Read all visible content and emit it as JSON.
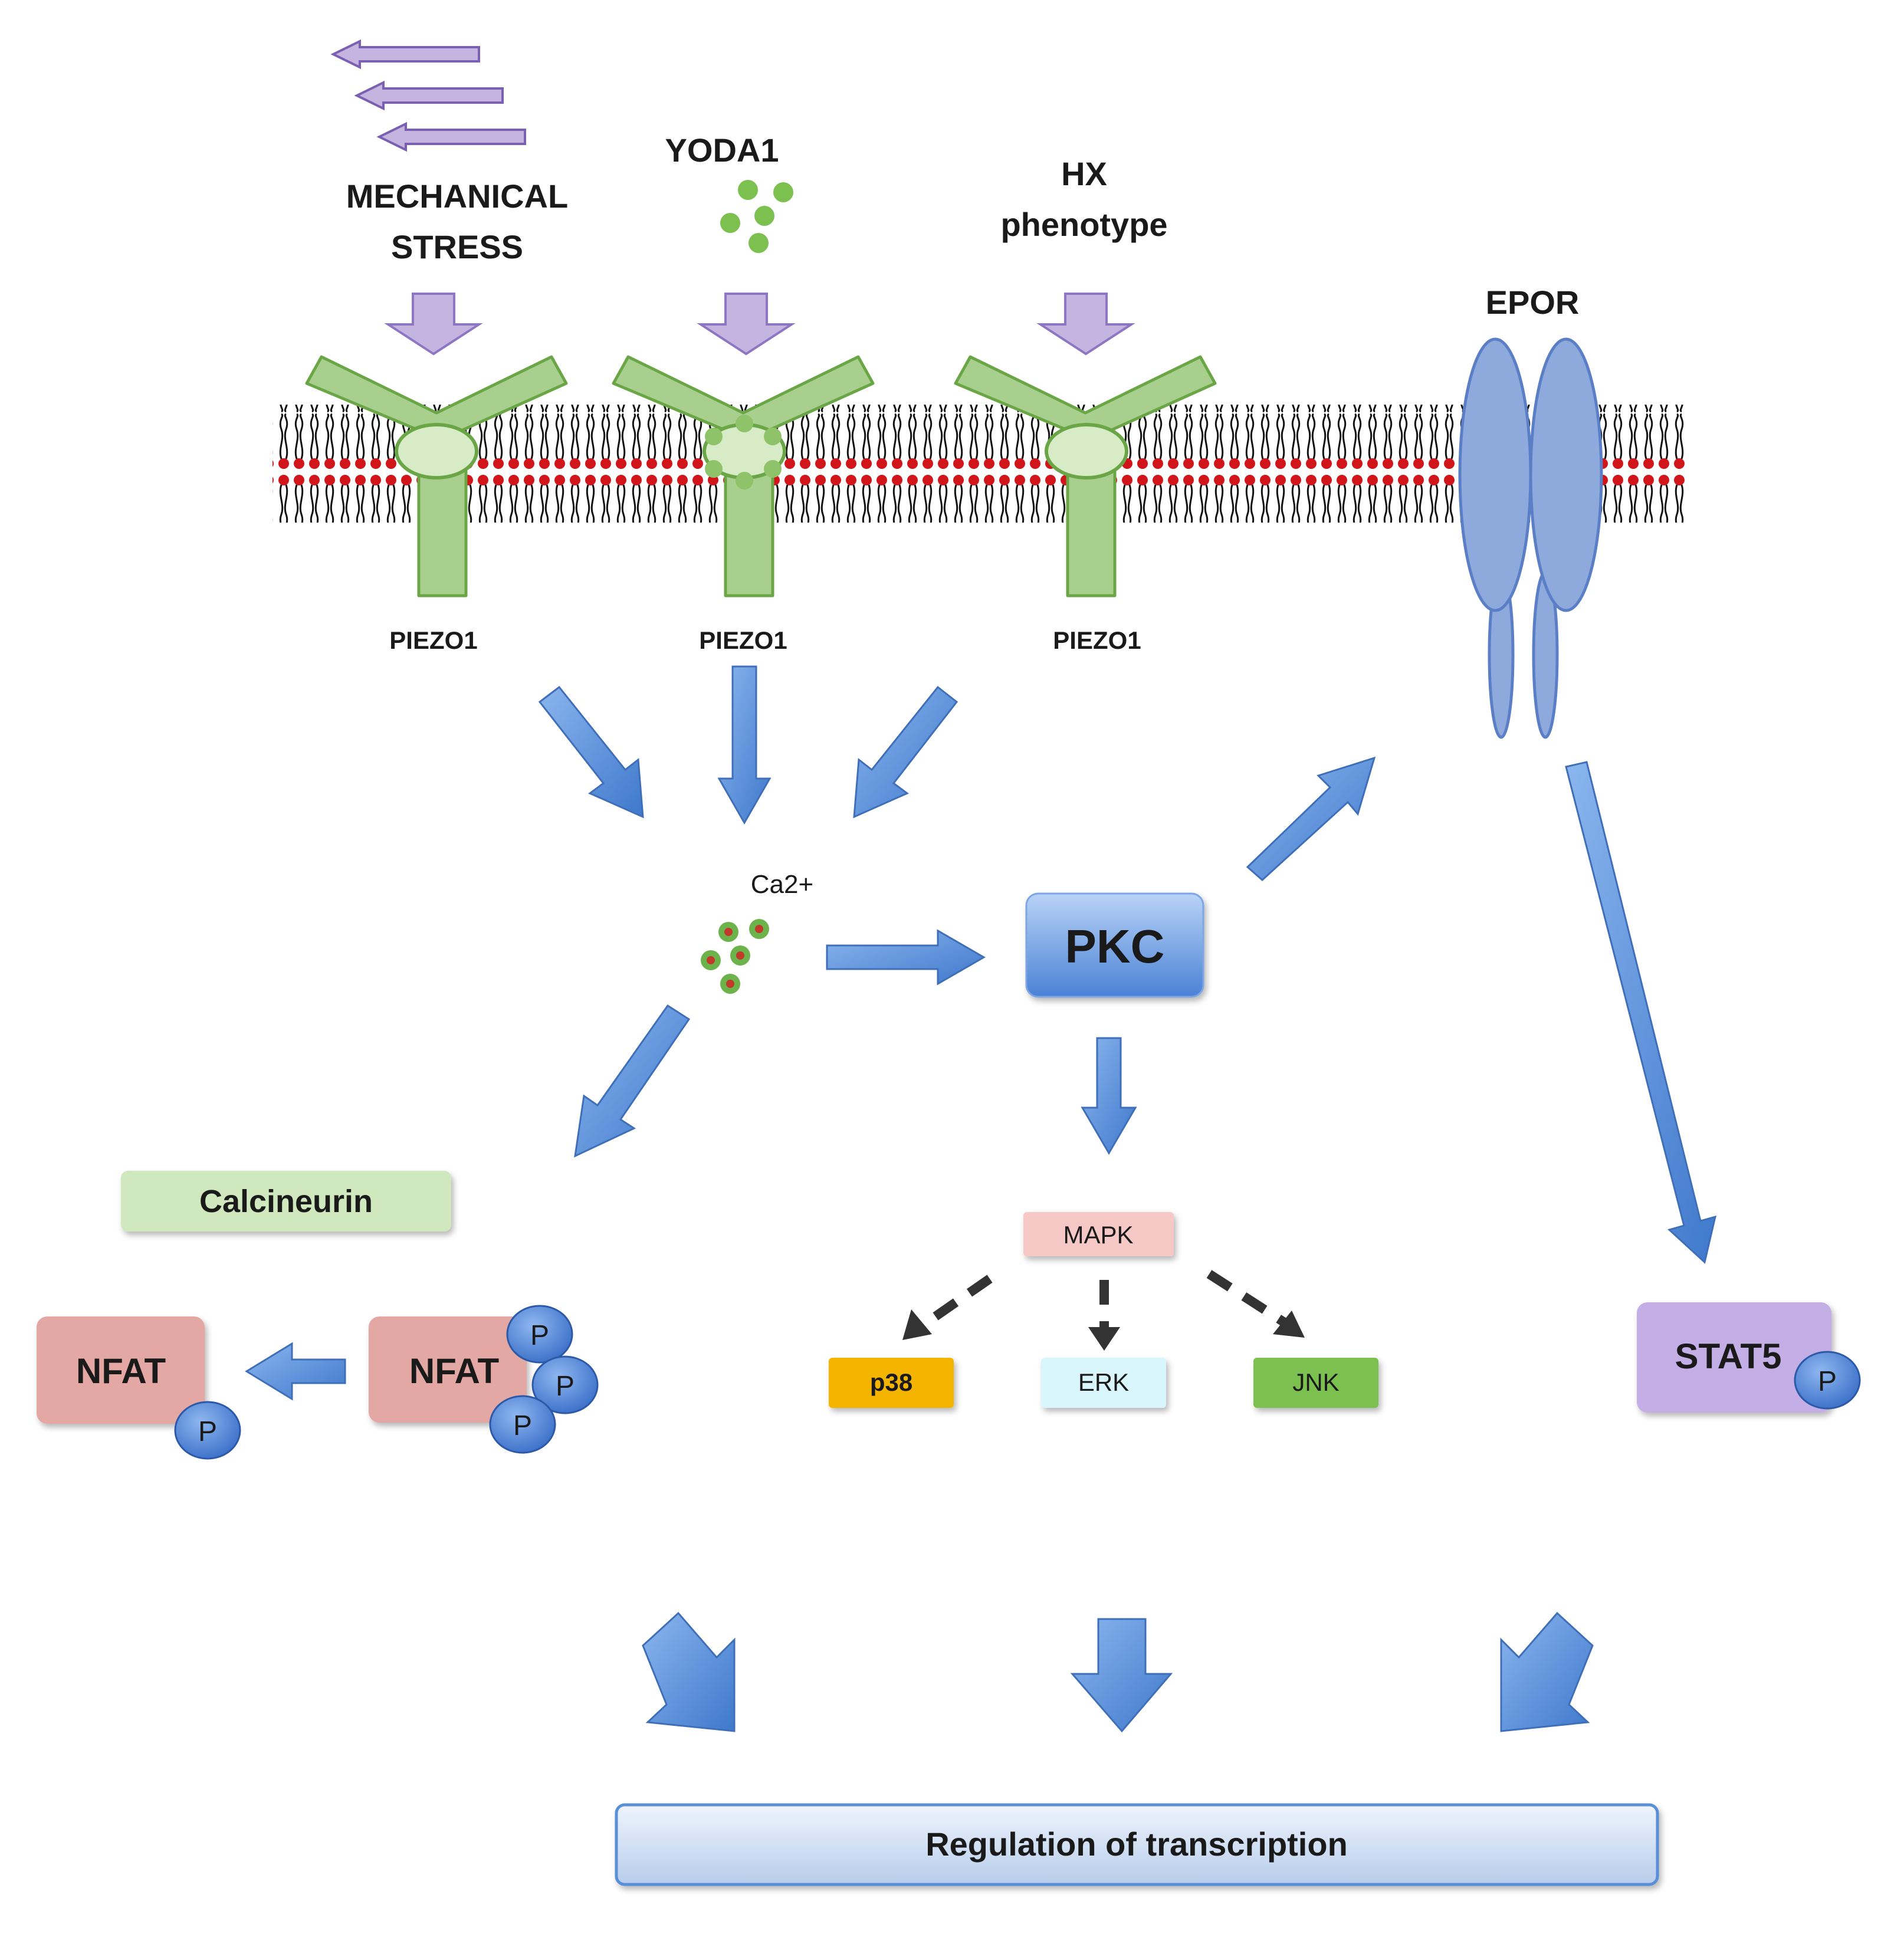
{
  "stimuli": {
    "mechanical": [
      "MECHANICAL",
      "STRESS"
    ],
    "yoda": "YODA1",
    "hx": [
      "HX",
      "phenotype"
    ]
  },
  "channels": [
    "PIEZO1",
    "PIEZO1",
    "PIEZO1"
  ],
  "epor": "EPOR",
  "calcium": "Ca2+",
  "pkc": "PKC",
  "calcineurin": "Calcineurin",
  "nfat": {
    "dephospho": "NFAT",
    "phospho": "NFAT",
    "p": "P"
  },
  "mapk": {
    "label": "MAPK",
    "branches": [
      "p38",
      "ERK",
      "JNK"
    ]
  },
  "stat5": {
    "label": "STAT5",
    "p": "P"
  },
  "output": "Regulation of transcription",
  "colors": {
    "piezo_fill": "#a9cf8e",
    "piezo_stroke": "#6aa546",
    "epor_fill": "#8ea9db",
    "epor_stroke": "#5b7fc6",
    "lipid_head": "#d0161b",
    "arrow_blue": "#5a8fd8",
    "stimulus_arrow": "#c5b3e0",
    "calcineurin": "#cfe8bd",
    "nfat": "#e3a8a3",
    "stat5": "#c4aee6",
    "mapk": "#f6c9c6",
    "p38": "#f4b400",
    "erk": "#d8f6fb",
    "jnk": "#7cc14f",
    "phospho": "#4a7fd4"
  }
}
